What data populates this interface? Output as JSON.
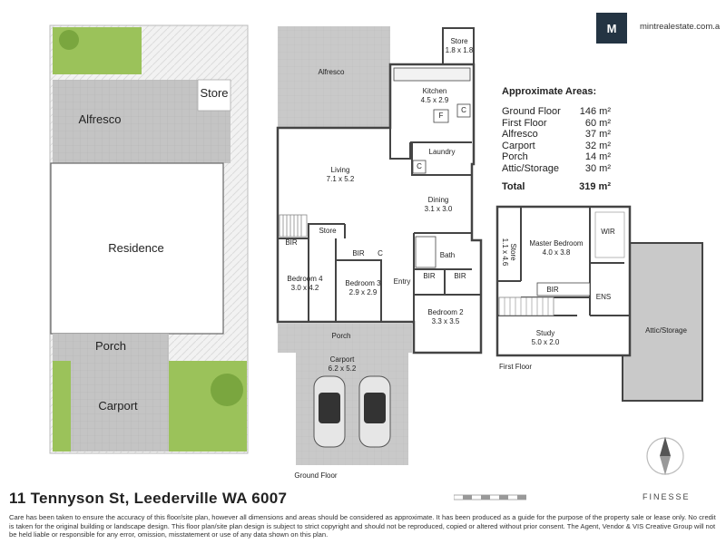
{
  "brand": {
    "logo_letter": "M",
    "url": "mintrealestate.com.a"
  },
  "site_plan": {
    "labels": {
      "store": "Store",
      "alfresco": "Alfresco",
      "residence": "Residence",
      "porch": "Porch",
      "carport": "Carport"
    }
  },
  "ground_floor": {
    "title": "Ground Floor",
    "rooms": {
      "store_top": {
        "name": "Store",
        "dims": "1.8 x 1.8"
      },
      "alfresco": {
        "name": "Alfresco"
      },
      "kitchen": {
        "name": "Kitchen",
        "dims": "4.5 x 2.9"
      },
      "living": {
        "name": "Living",
        "dims": "7.1 x 5.2"
      },
      "laundry": {
        "name": "Laundry"
      },
      "dining": {
        "name": "Dining",
        "dims": "3.1 x 3.0"
      },
      "store_mid": {
        "name": "Store"
      },
      "bath": {
        "name": "Bath"
      },
      "bedroom4": {
        "name": "Bedroom 4",
        "dims": "3.0 x 4.2"
      },
      "bedroom3": {
        "name": "Bedroom 3",
        "dims": "2.9 x 2.9"
      },
      "entry": {
        "name": "Entry"
      },
      "bedroom2": {
        "name": "Bedroom 2",
        "dims": "3.3 x 3.5"
      },
      "porch": {
        "name": "Porch"
      },
      "carport": {
        "name": "Carport",
        "dims": "6.2 x 5.2"
      }
    },
    "fixtures": {
      "bir": "BIR",
      "c": "C",
      "f": "F"
    }
  },
  "first_floor": {
    "title": "First Floor",
    "rooms": {
      "store": {
        "name": "Store",
        "dims": "1.1 x 4.6"
      },
      "master": {
        "name": "Master Bedroom",
        "dims": "4.0 x 3.8"
      },
      "wir": {
        "name": "WIR"
      },
      "bir": {
        "name": "BIR"
      },
      "ens": {
        "name": "ENS"
      },
      "study": {
        "name": "Study",
        "dims": "5.0 x 2.0"
      },
      "attic": {
        "name": "Attic/Storage"
      }
    }
  },
  "areas": {
    "heading": "Approximate Areas:",
    "rows": [
      {
        "name": "Ground Floor",
        "value": "146 m²"
      },
      {
        "name": "First Floor",
        "value": "60 m²"
      },
      {
        "name": "Alfresco",
        "value": "37 m²"
      },
      {
        "name": "Carport",
        "value": "32 m²"
      },
      {
        "name": "Porch",
        "value": "14 m²"
      },
      {
        "name": "Attic/Storage",
        "value": "30 m²"
      }
    ],
    "total_label": "Total",
    "total_value": "319 m²"
  },
  "address": "11 Tennyson St, Leederville WA 6007",
  "finesse": "FINESSE",
  "disclaimer": "Care has been taken to ensure the accuracy of this floor/site plan, however all dimensions and areas should be considered as approximate. It has been produced as a guide for the purpose of the property sale or lease only. No credit is taken for the original building or landscape design. This floor plan/site plan design is subject to strict copyright and should not be reproduced, copied or altered without prior consent. The Agent, Vendor & VIS Creative Group will not be held liable or responsible for any error, omission, misstatement or use of any data shown on this plan.",
  "colors": {
    "floor_gray": "#c9c9c9",
    "wall": "#444444",
    "grass": "#9bc25a",
    "brand_navy": "#243443"
  }
}
